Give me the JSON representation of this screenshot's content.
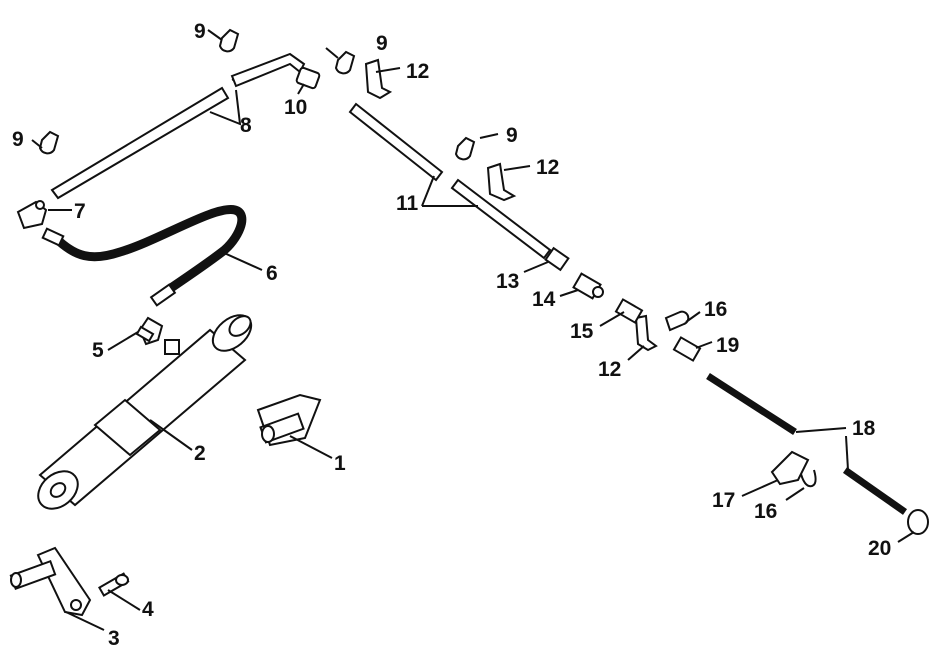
{
  "labels": {
    "l1": "1",
    "l2": "2",
    "l3": "3",
    "l4": "4",
    "l5": "5",
    "l6": "6",
    "l7": "7",
    "l8": "8",
    "l9a": "9",
    "l9b": "9",
    "l9c": "9",
    "l9d": "9",
    "l10": "10",
    "l11": "11",
    "l12a": "12",
    "l12b": "12",
    "l12c": "12",
    "l13": "13",
    "l14": "14",
    "l15": "15",
    "l16a": "16",
    "l16b": "16",
    "l17": "17",
    "l18": "18",
    "l19": "19",
    "l20": "20"
  }
}
